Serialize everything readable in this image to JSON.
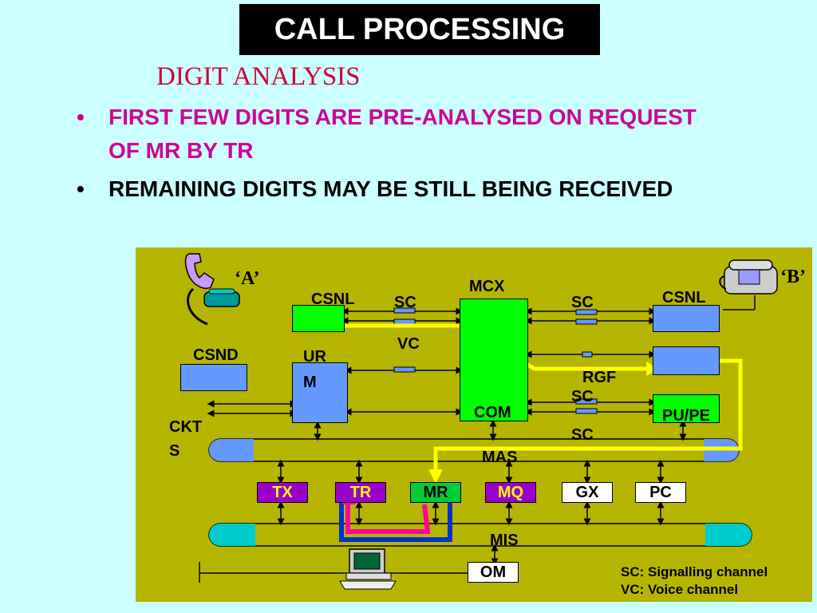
{
  "title": "CALL PROCESSING",
  "subtitle": "DIGIT ANALYSIS",
  "bullets": [
    "FIRST FEW DIGITS ARE PRE-ANALYSED ON REQUEST OF MR BY TR",
    "REMAINING DIGITS MAY BE STILL BEING RECEIVED"
  ],
  "bullet_symbol": "•",
  "diagram": {
    "labels": {
      "a_sub": "‘A’",
      "b_sub": "‘B’",
      "csnl_left": "CSNL",
      "csnl_right": "CSNL",
      "sc_left": "SC",
      "sc_right_top": "SC",
      "sc_right_mid": "SC",
      "sc_right_bottom": "SC",
      "vc": "VC",
      "mcx": "MCX",
      "csnd": "CSND",
      "urm_line1": "UR",
      "urm_line2": "M",
      "rgf": "RGF",
      "com": "COM",
      "pupe": "PU/PE",
      "ckts_line1": "CKT",
      "ckts_line2": "S",
      "mas": "MAS",
      "mis": "MIS",
      "om": "OM"
    },
    "modules": [
      {
        "id": "tx",
        "label": "TX",
        "bg": "#9900cc",
        "fg": "#ffff00"
      },
      {
        "id": "tr",
        "label": "TR",
        "bg": "#9900cc",
        "fg": "#ffff00"
      },
      {
        "id": "mr",
        "label": "MR",
        "bg": "#00cc33",
        "fg": "#000000"
      },
      {
        "id": "mq",
        "label": "MQ",
        "bg": "#9900cc",
        "fg": "#ffff00"
      },
      {
        "id": "gx",
        "label": "GX",
        "bg": "#ffffff",
        "fg": "#000000"
      },
      {
        "id": "pc",
        "label": "PC",
        "bg": "#ffffff",
        "fg": "#000000"
      }
    ],
    "legend": [
      "SC: Signalling  channel",
      "VC: Voice channel"
    ]
  },
  "colors": {
    "background": "#ccffff",
    "diagram_bg": "#b5b500",
    "title_bg": "#000000",
    "subtitle": "#cc0033",
    "bullet1": "#cc0099",
    "green": "#00ff00",
    "blue_box": "#6699ff",
    "call_path": "#ffff00",
    "magenta_arrow": "#ff0099",
    "blue_arrow": "#0033cc"
  },
  "icons": [
    "phone-a-icon",
    "phone-b-icon",
    "computer-terminal-icon"
  ]
}
